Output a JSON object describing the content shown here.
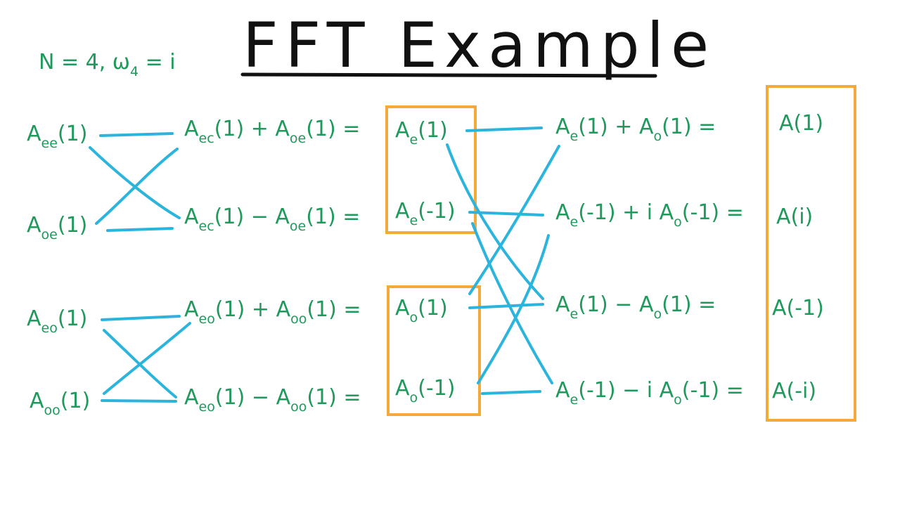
{
  "title": "FFT Example",
  "params": {
    "base": "N = 4,  ω",
    "sub": "4",
    "tail": " = i"
  },
  "col0": [
    {
      "a": "A",
      "s": "ee",
      "b": "(1)"
    },
    {
      "a": "A",
      "s": "oe",
      "b": "(1)"
    },
    {
      "a": "A",
      "s": "eo",
      "b": "(1)"
    },
    {
      "a": "A",
      "s": "oo",
      "b": "(1)"
    }
  ],
  "col1": [
    {
      "a": "A",
      "s1": "ec",
      "b": "(1) + A",
      "s2": "oe",
      "c": "(1) ="
    },
    {
      "a": "A",
      "s1": "ec",
      "b": "(1) − A",
      "s2": "oe",
      "c": "(1) ="
    },
    {
      "a": "A",
      "s1": "eo",
      "b": "(1) + A",
      "s2": "oo",
      "c": "(1) ="
    },
    {
      "a": "A",
      "s1": "eo",
      "b": "(1) − A",
      "s2": "oo",
      "c": "(1) ="
    }
  ],
  "col2": [
    {
      "a": "A",
      "s": "e",
      "b": "(1)"
    },
    {
      "a": "A",
      "s": "e",
      "b": "(-1)"
    },
    {
      "a": "A",
      "s": "o",
      "b": "(1)"
    },
    {
      "a": "A",
      "s": "o",
      "b": "(-1)"
    }
  ],
  "col3": [
    {
      "a": "A",
      "s1": "e",
      "b": "(1) +  A",
      "s2": "o",
      "c": "(1) ="
    },
    {
      "a": "A",
      "s1": "e",
      "b": "(-1) + i A",
      "s2": "o",
      "c": "(-1) ="
    },
    {
      "a": "A",
      "s1": "e",
      "b": "(1) −  A",
      "s2": "o",
      "c": "(1) ="
    },
    {
      "a": "A",
      "s1": "e",
      "b": "(-1) − i A",
      "s2": "o",
      "c": "(-1) ="
    }
  ],
  "col4": [
    "A(1)",
    "A(i)",
    "A(-1)",
    "A(-i)"
  ],
  "colors": {
    "text": "#1f9a5c",
    "wire": "#2bb4dc",
    "box": "#f4a93a",
    "title": "#111111"
  }
}
